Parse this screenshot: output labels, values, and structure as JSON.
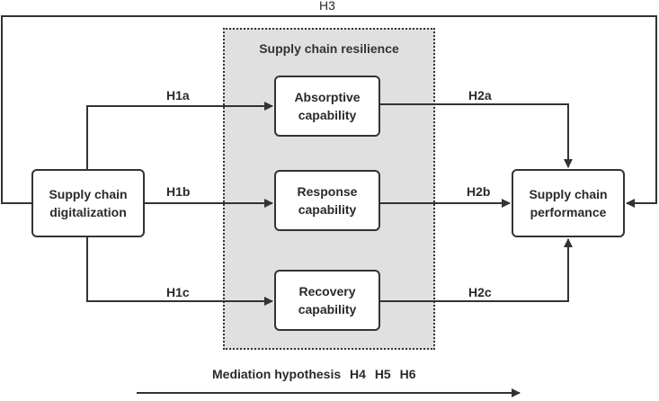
{
  "group": {
    "title": "Supply chain resilience"
  },
  "nodes": {
    "digitalization": [
      "Supply chain",
      "digitalization"
    ],
    "performance": [
      "Supply chain",
      "performance"
    ],
    "absorptive": [
      "Absorptive",
      "capability"
    ],
    "response": [
      "Response",
      "capability"
    ],
    "recovery": [
      "Recovery",
      "capability"
    ]
  },
  "edges": {
    "h3": "H3",
    "h1a": "H1a",
    "h1b": "H1b",
    "h1c": "H1c",
    "h2a": "H2a",
    "h2b": "H2b",
    "h2c": "H2c"
  },
  "mediation": {
    "label": "Mediation hypothesis",
    "hypotheses": [
      "H4",
      "H5",
      "H6"
    ]
  }
}
